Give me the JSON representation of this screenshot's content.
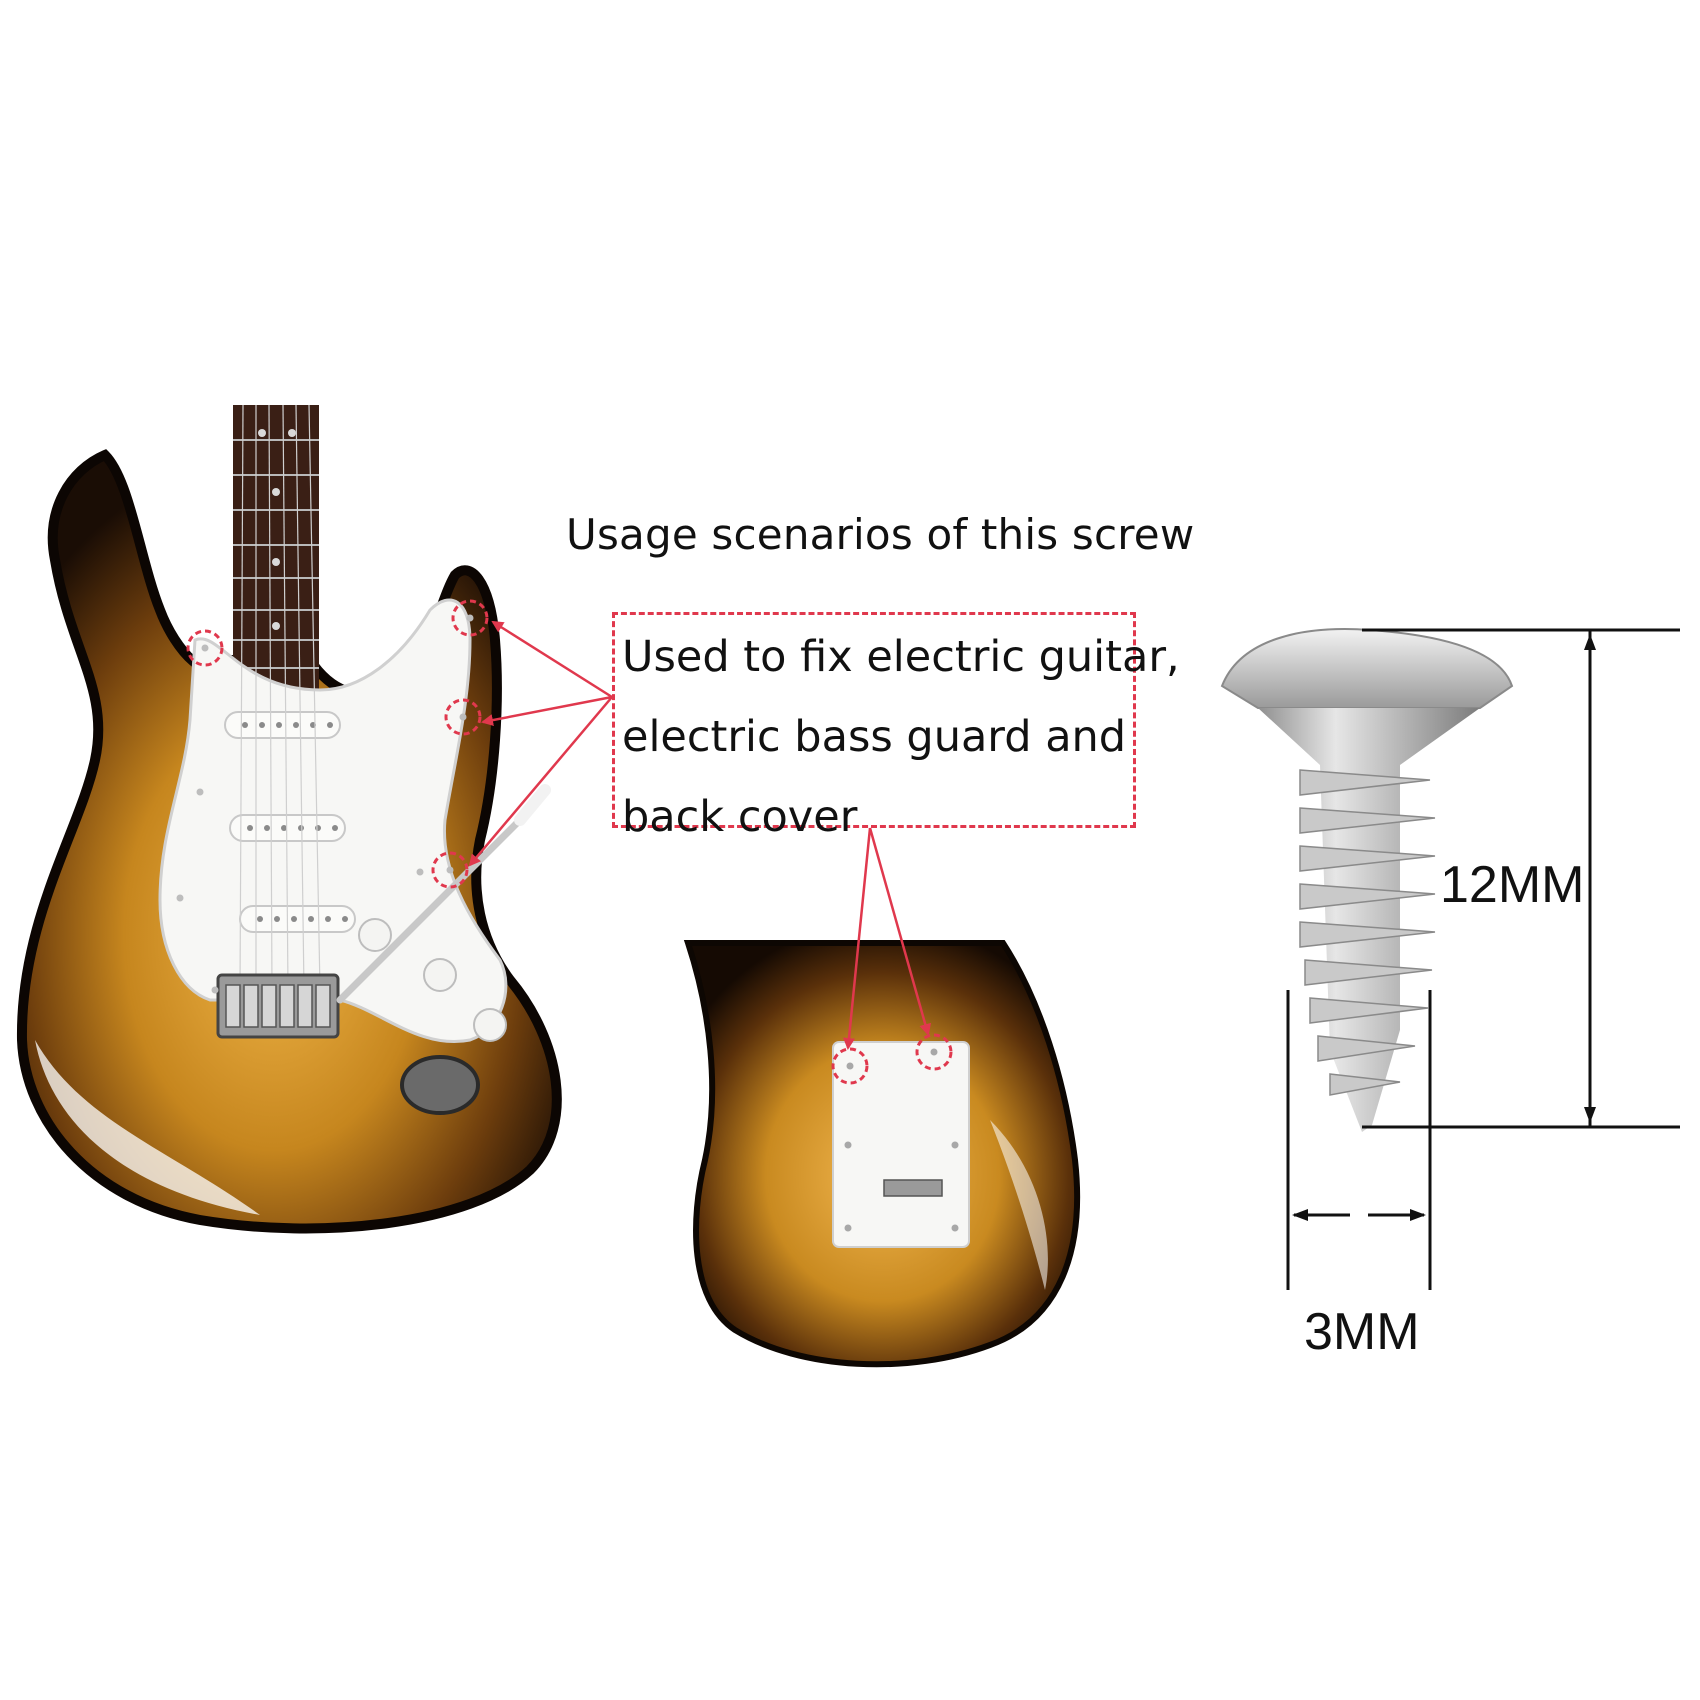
{
  "title": "Usage scenarios of this screw",
  "usage": {
    "line1": "Used to fix electric guitar,",
    "line2": "electric bass guard and",
    "line3": "back cover"
  },
  "dimensions": {
    "length": "12MM",
    "width": "3MM"
  },
  "colors": {
    "annotation_red": "#e0384d",
    "sunburst_dark": "#1a0d05",
    "sunburst_amber": "#c6861e",
    "pickguard": "#f7f7f5",
    "screw_silver": "#c9c9c9"
  }
}
